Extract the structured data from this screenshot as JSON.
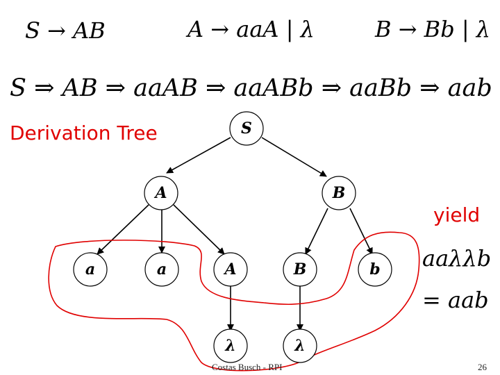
{
  "grammar": {
    "rule_s": "S → AB",
    "rule_a": "A → aaA | λ",
    "rule_b": "B → Bb | λ"
  },
  "derivation": "S ⇒ AB ⇒ aaAB ⇒ aaABb ⇒ aaBb ⇒ aab",
  "tree_label": "Derivation Tree",
  "yield_label": "yield",
  "yield_string": "aaλλb",
  "yield_result": "= aab",
  "nodes": {
    "s": "S",
    "a": "A",
    "b": "B",
    "a_leaf1": "a",
    "a_leaf2": "a",
    "a_inner": "A",
    "b_inner": "B",
    "b_leaf": "b",
    "lambda1": "λ",
    "lambda2": "λ"
  },
  "footer": {
    "author": "Costas Busch - RPI",
    "page_number": "26"
  },
  "colors": {
    "accent": "#e00000",
    "ink": "#000000"
  }
}
